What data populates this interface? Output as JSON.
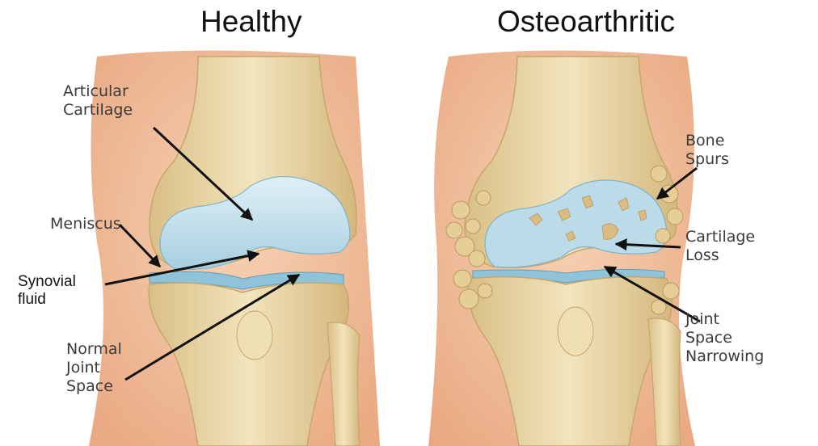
{
  "titles": {
    "healthy": "Healthy",
    "osteoarthritic": "Osteoarthritic"
  },
  "labels": {
    "articular_cartilage": "Articular\nCartilage",
    "meniscus": "Meniscus",
    "synovial_fluid": "Synovial\nfluid",
    "normal_joint_space": "Normal\nJoint\nSpace",
    "bone_spurs": "Bone\nSpurs",
    "cartilage_loss": "Cartilage\nLoss",
    "joint_space_narrowing": "Joint\nSpace\nNarrowing"
  },
  "colors": {
    "skin": "#ecb690",
    "bone": "#e8d6a5",
    "cartilage": "#c9e3ee",
    "arrow": "#111111"
  }
}
